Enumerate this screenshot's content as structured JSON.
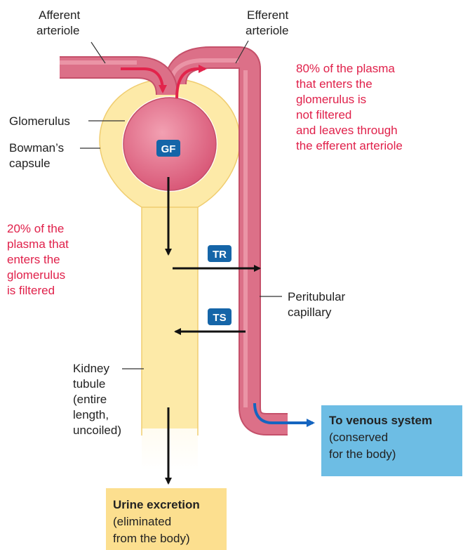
{
  "labels": {
    "afferent_l1": "Afferent",
    "afferent_l2": "arteriole",
    "efferent_l1": "Efferent",
    "efferent_l2": "arteriole",
    "glomerulus": "Glomerulus",
    "bowmans_l1": "Bowman’s",
    "bowmans_l2": "capsule",
    "peritubular_l1": "Peritubular",
    "peritubular_l2": "capillary",
    "kidney_l1": "Kidney",
    "kidney_l2": "tubule",
    "kidney_l3": "(entire",
    "kidney_l4": "length,",
    "kidney_l5": "uncoiled)"
  },
  "notes": {
    "unfiltered": [
      "80% of the plasma",
      "that enters the",
      "glomerulus is",
      "not filtered",
      "and leaves through",
      "the efferent arteriole"
    ],
    "filtered": [
      "20% of the",
      "plasma that",
      "enters the",
      "glomerulus",
      "is filtered"
    ]
  },
  "badges": {
    "gf": "GF",
    "tr": "TR",
    "ts": "TS"
  },
  "boxes": {
    "venous": {
      "title": "To venous system",
      "l1": "(conserved",
      "l2": "for the body)"
    },
    "urine": {
      "title": "Urine excretion",
      "l1": "(eliminated",
      "l2": "from the body)"
    }
  },
  "colors": {
    "vessel": "#dc7088",
    "tubule": "#fdeaa8",
    "glomerulus": "#e1607e",
    "badge": "#1565a8",
    "note_text": "#e0204a",
    "venous_box": "#6dbde4",
    "urine_box": "#fcdf8f",
    "venous_arrow": "#1565c0",
    "flow_arrow": "#e2244c"
  }
}
